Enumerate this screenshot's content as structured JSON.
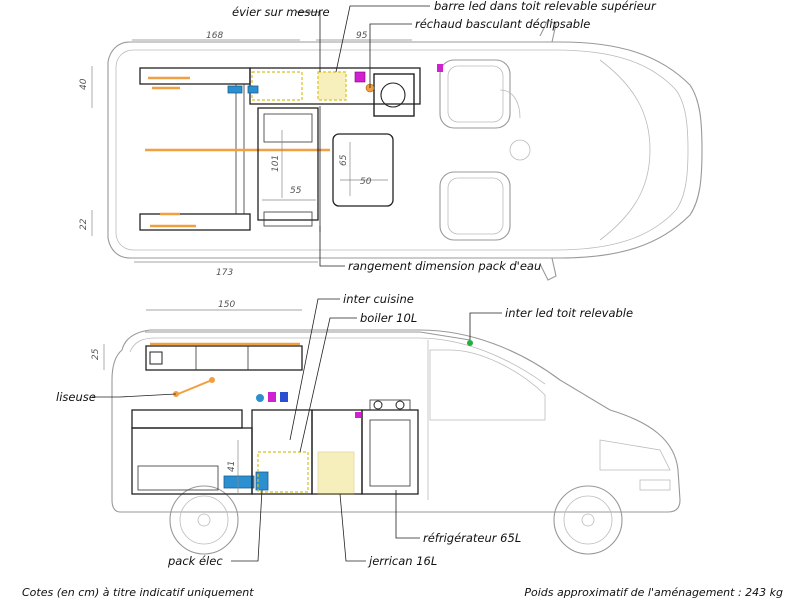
{
  "labels": {
    "evier": "évier sur mesure",
    "barre_led": "barre led dans toit relevable supérieur",
    "rechaud": "réchaud basculant déclipsable",
    "rangement": "rangement dimension pack d'eau",
    "inter_cuisine": "inter cuisine",
    "boiler": "boiler 10L",
    "inter_led": "inter led toit relevable",
    "liseuse": "liseuse",
    "refrigerateur": "réfrigérateur 65L",
    "jerrican": "jerrican 16L",
    "pack_elec": "pack élec"
  },
  "dimensions": {
    "top_168": "168",
    "top_95": "95",
    "left_40": "40",
    "left_22": "22",
    "bottom_173": "173",
    "center_101": "101",
    "center_55": "55",
    "table_65": "65",
    "table_50": "50",
    "side_150": "150",
    "side_25": "25",
    "side_41": "41"
  },
  "footer": {
    "left": "Cotes (en cm) à titre indicatif uniquement",
    "right": "Poids approximatif de l'aménagement : 243 kg"
  },
  "colors": {
    "outline": "#999999",
    "furniture": "#222222",
    "accent_orange": "#f0a040",
    "accent_yellow": "#d8c020",
    "accent_blue": "#2b8fd0",
    "accent_magenta": "#d020d0",
    "accent_green": "#20b040"
  }
}
